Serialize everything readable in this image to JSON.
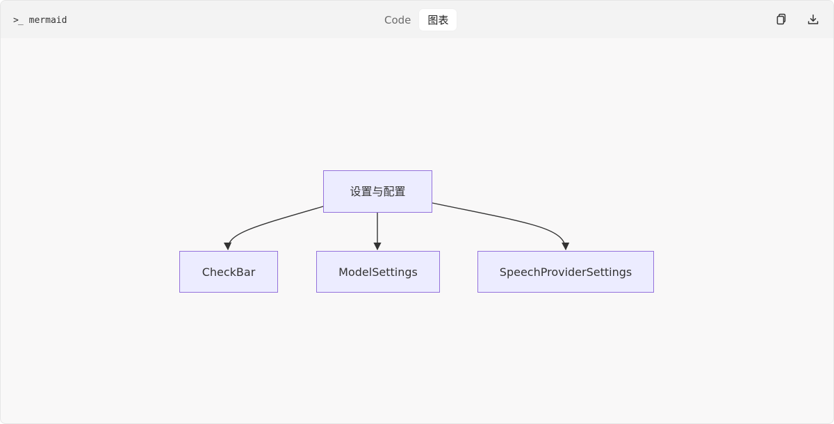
{
  "toolbar": {
    "prompt_symbol": ">_",
    "language": "mermaid",
    "tabs": [
      {
        "label": "Code",
        "active": false
      },
      {
        "label": "图表",
        "active": true
      }
    ],
    "icons": {
      "copy": "copy-icon",
      "download": "download-icon"
    }
  },
  "diagram": {
    "type": "flowchart",
    "colors": {
      "node_fill": "#ECECFF",
      "node_stroke": "#9370DB",
      "edge": "#333333"
    },
    "nodes": {
      "root": "设置与配置",
      "checkbar": "CheckBar",
      "model": "ModelSettings",
      "speech": "SpeechProviderSettings"
    },
    "edges": [
      {
        "from": "设置与配置",
        "to": "CheckBar"
      },
      {
        "from": "设置与配置",
        "to": "ModelSettings"
      },
      {
        "from": "设置与配置",
        "to": "SpeechProviderSettings"
      }
    ]
  }
}
